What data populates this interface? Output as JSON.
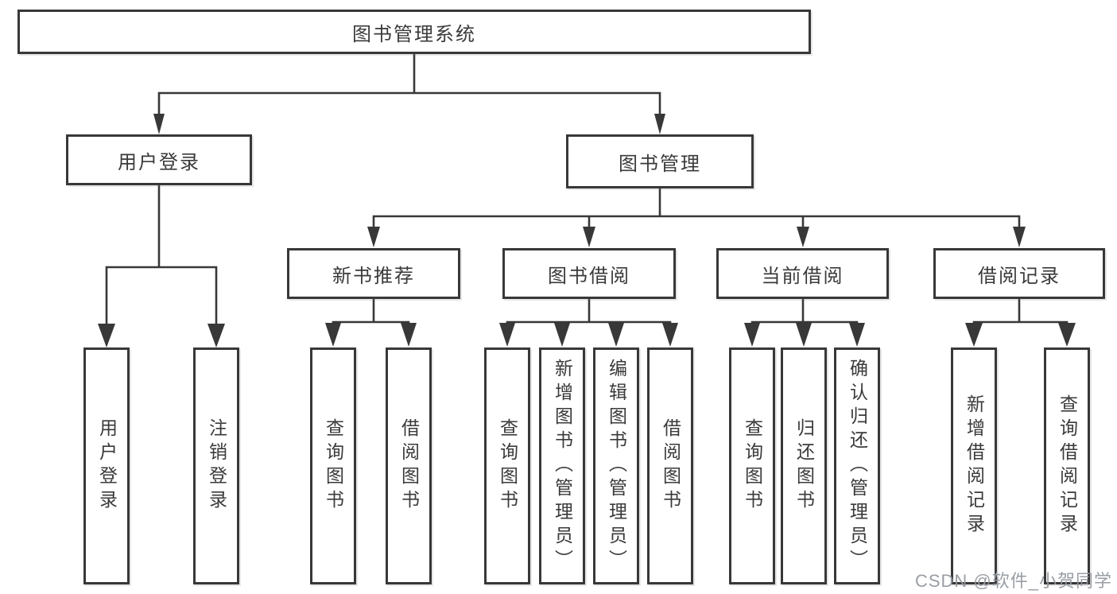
{
  "diagram": {
    "type": "feature-tree",
    "colors": {
      "background": "#ffffff",
      "line": "#383838",
      "box_border": "#383838",
      "text": "#3a3a3a",
      "watermark": "#9499a0"
    },
    "watermark": "CSDN @软件_小贺同学",
    "nodes": {
      "root": {
        "label": "图书管理系统"
      },
      "user_login": {
        "label": "用户登录"
      },
      "book_mgmt": {
        "label": "图书管理"
      },
      "new_book_rec": {
        "label": "新书推荐"
      },
      "book_borrow": {
        "label": "图书借阅"
      },
      "current_borrow": {
        "label": "当前借阅"
      },
      "borrow_records": {
        "label": "借阅记录"
      },
      "leaf_user_login": {
        "label": "用户登录"
      },
      "leaf_logout": {
        "label": "注销登录"
      },
      "leaf_query_book_rec": {
        "label": "查询图书"
      },
      "leaf_borrow_book_rec": {
        "label": "借阅图书"
      },
      "leaf_query_book_bor": {
        "label": "查询图书"
      },
      "leaf_add_book": {
        "label": "新增图书（管理员）"
      },
      "leaf_edit_book": {
        "label": "编辑图书（管理员）"
      },
      "leaf_borrow_book_bor": {
        "label": "借阅图书"
      },
      "leaf_query_book_cur": {
        "label": "查询图书"
      },
      "leaf_return_book": {
        "label": "归还图书"
      },
      "leaf_confirm_return": {
        "label": "确认归还（管理员）"
      },
      "leaf_add_record": {
        "label": "新增借阅记录"
      },
      "leaf_query_record": {
        "label": "查询借阅记录"
      }
    },
    "structure": {
      "图书管理系统": [
        "用户登录",
        "图书管理"
      ],
      "用户登录": [
        "用户登录",
        "注销登录"
      ],
      "图书管理": [
        "新书推荐",
        "图书借阅",
        "当前借阅",
        "借阅记录"
      ],
      "新书推荐": [
        "查询图书",
        "借阅图书"
      ],
      "图书借阅": [
        "查询图书",
        "新增图书（管理员）",
        "编辑图书（管理员）",
        "借阅图书"
      ],
      "当前借阅": [
        "查询图书",
        "归还图书",
        "确认归还（管理员）"
      ],
      "借阅记录": [
        "新增借阅记录",
        "查询借阅记录"
      ]
    }
  }
}
